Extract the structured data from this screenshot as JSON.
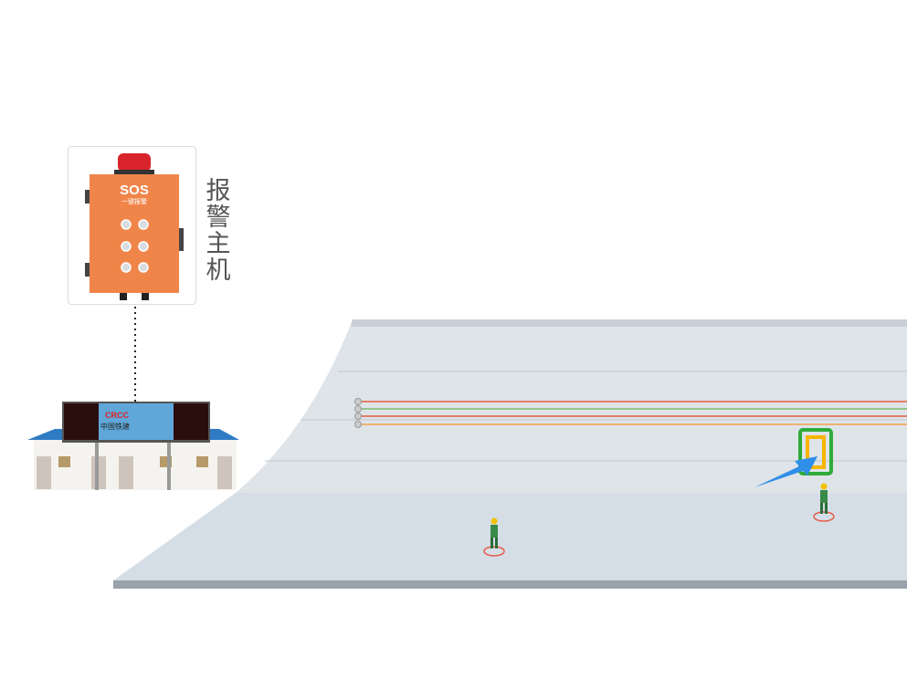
{
  "alarm_host": {
    "label": "报警主机",
    "device_title": "SOS",
    "device_subtitle": "一键报警"
  },
  "building": {
    "logo_text": "CRCC",
    "company_text": "中国铁建"
  },
  "colors": {
    "device_orange": "#f0854a",
    "beacon_red": "#d9232a",
    "wire_red": "#e25b3a",
    "wire_green": "#7cb96a",
    "wire_orange": "#f0a24a",
    "marker_green": "#2eab3a",
    "marker_yellow": "#f7b500",
    "arrow_blue": "#2f8fe8",
    "roof_blue": "#2e7bc4"
  }
}
